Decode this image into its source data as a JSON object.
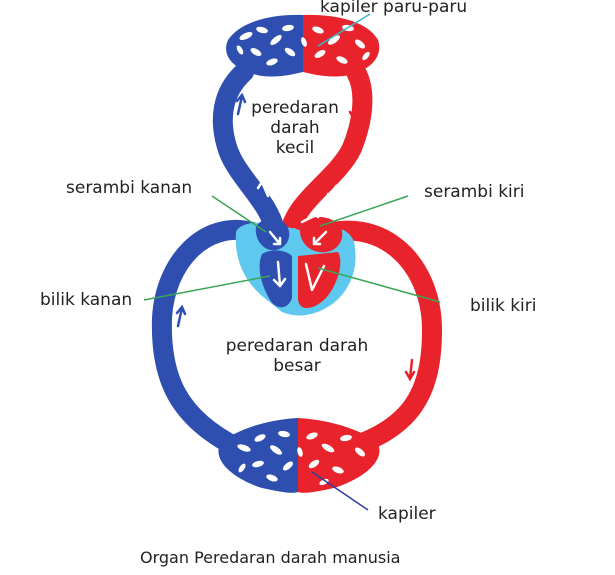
{
  "labels": {
    "lung_capillary": "kapiler paru-paru",
    "pulmonary_line1": "peredaran",
    "pulmonary_line2": "darah",
    "pulmonary_line3": "kecil",
    "right_atrium": "serambi kanan",
    "left_atrium": "serambi kiri",
    "right_ventricle": "bilik kanan",
    "left_ventricle": "bilik kiri",
    "systemic_line1": "peredaran darah",
    "systemic_line2": "besar",
    "capillary": "kapiler"
  },
  "caption": "Organ Peredaran darah manusia",
  "colors": {
    "deoxygenated": "#2e4fb0",
    "oxygenated": "#e8232b",
    "heart_background": "#5ec8ef",
    "leader_green": "#3aa655",
    "leader_blue": "#2e3f9e",
    "leader_cyan": "#38b8c8"
  }
}
